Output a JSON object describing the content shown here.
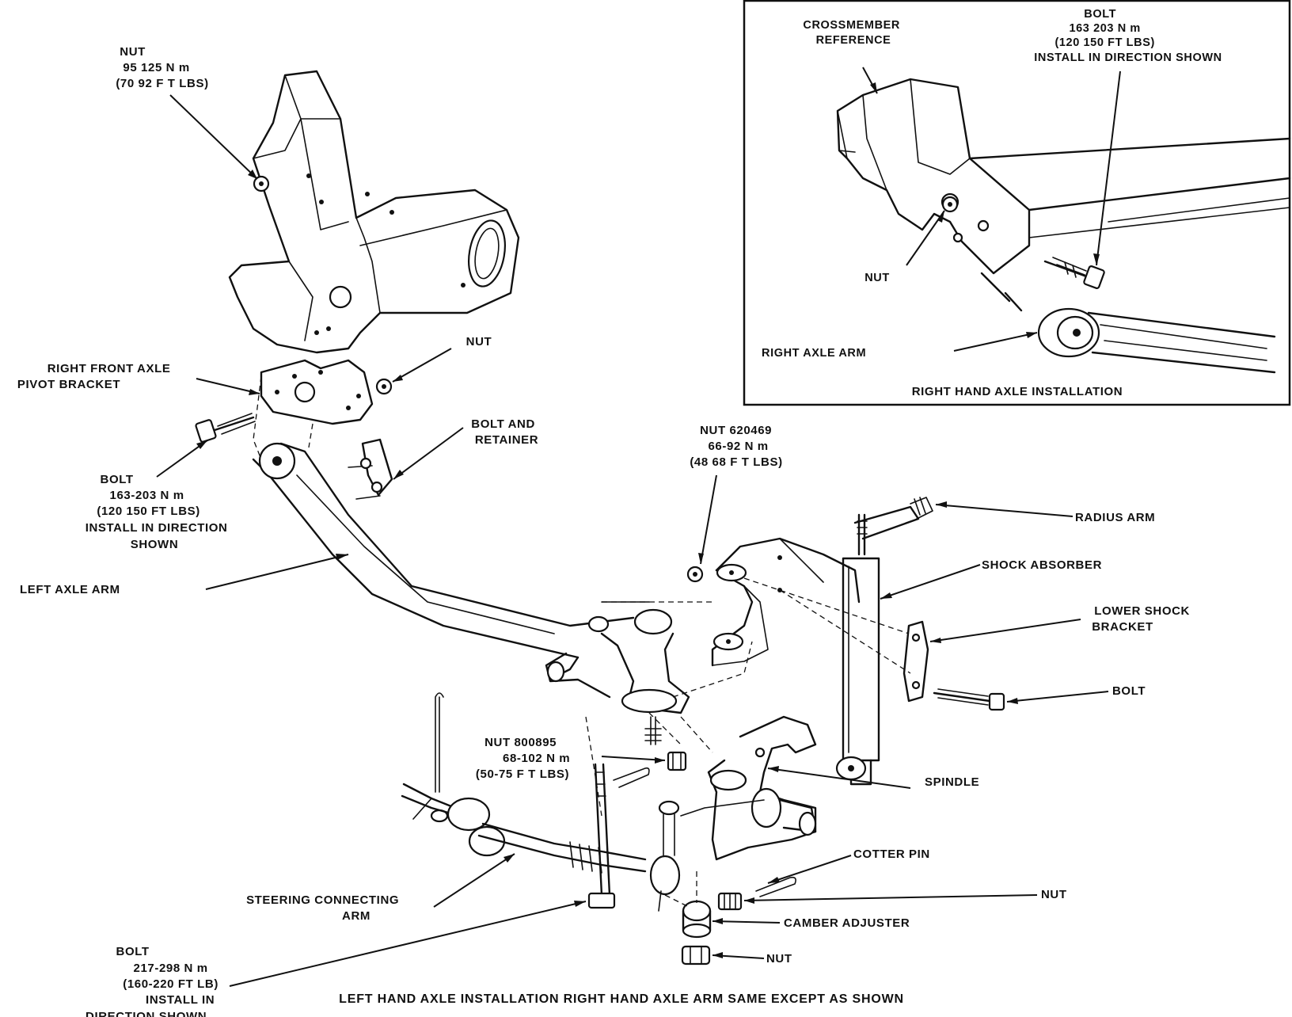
{
  "labels": {
    "nut_frame": [
      "NUT",
      "95 125 N m",
      "(70 92 F T LBS)"
    ],
    "nut_bracket": [
      "NUT"
    ],
    "right_front_pivot": [
      "RIGHT FRONT AXLE",
      "PIVOT BRACKET"
    ],
    "bolt_and_retainer": [
      "BOLT AND",
      "RETAINER"
    ],
    "bolt_pivot": [
      "BOLT",
      "163-203 N m",
      "(120 150 FT LBS)",
      "INSTALL IN DIRECTION",
      "SHOWN"
    ],
    "left_axle_arm": [
      "LEFT AXLE ARM"
    ],
    "nut_620469": [
      "NUT  620469",
      "66-92 N m",
      "(48 68 F T LBS)"
    ],
    "radius_arm": [
      "RADIUS ARM"
    ],
    "shock_absorber": [
      "SHOCK ABSORBER"
    ],
    "lower_shock_bracket": [
      "LOWER SHOCK",
      "BRACKET"
    ],
    "bolt_shock": [
      "BOLT"
    ],
    "spindle": [
      "SPINDLE"
    ],
    "nut_800895": [
      "NUT  800895",
      "68-102 N m",
      "(50-75 F T LBS)"
    ],
    "cotter_pin": [
      "COTTER PIN"
    ],
    "nut_spindle": [
      "NUT"
    ],
    "camber_adjuster": [
      "CAMBER ADJUSTER"
    ],
    "nut_bottom": [
      "NUT"
    ],
    "steering_connecting_arm": [
      "STEERING CONNECTING",
      "ARM"
    ],
    "bolt_bottom": [
      "BOLT",
      "217-298 N m",
      "(160-220 FT LB)",
      "INSTALL IN",
      "DIRECTION SHOWN."
    ],
    "main_caption": "LEFT HAND AXLE INSTALLATION RIGHT HAND AXLE ARM SAME EXCEPT AS SHOWN"
  },
  "inset": {
    "crossmember_reference": [
      "CROSSMEMBER",
      "REFERENCE"
    ],
    "bolt": [
      "BOLT",
      "163 203 N m",
      "(120 150 FT LBS)",
      "INSTALL IN DIRECTION SHOWN"
    ],
    "nut": [
      "NUT"
    ],
    "right_axle_arm": [
      "RIGHT AXLE ARM"
    ],
    "caption": "RIGHT HAND AXLE INSTALLATION"
  }
}
